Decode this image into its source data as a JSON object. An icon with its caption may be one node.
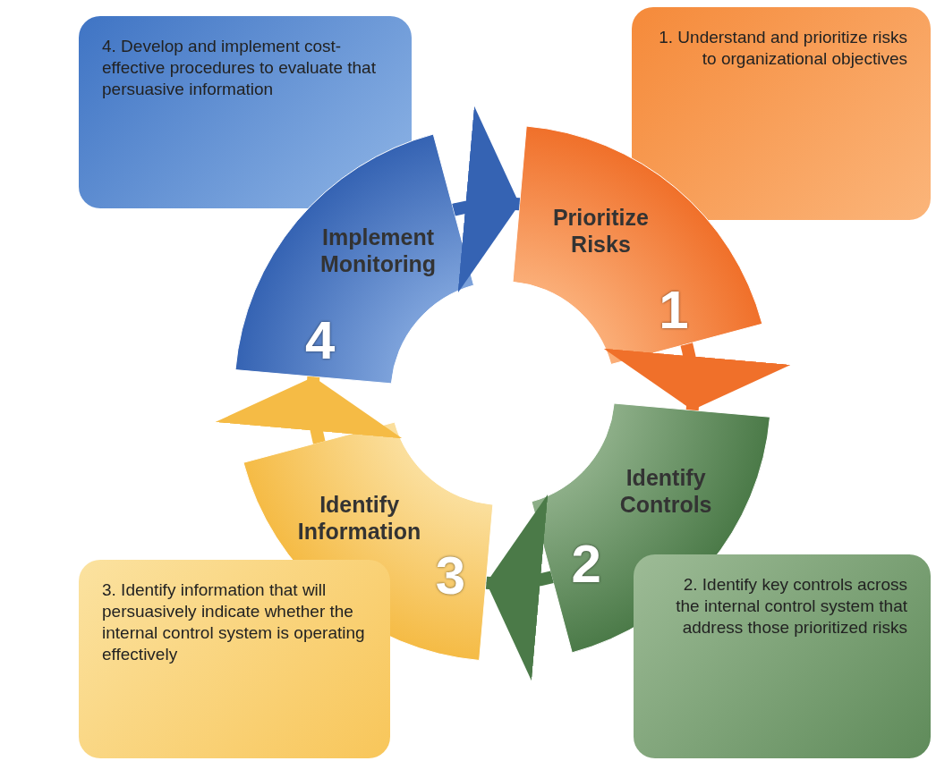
{
  "diagram": {
    "nodes": [
      {
        "text": [
          "4. Develop and implement cost-effective procedures to evaluate that persuasive information"
        ]
      },
      {
        "text": [
          "1. Understand and prioritize risks to organizational objectives"
        ]
      },
      {
        "text": [
          "Implement Monitoring",
          "4"
        ]
      },
      {
        "text": [
          "Prioritize Risks",
          "1"
        ]
      },
      {
        "text": [
          "Identify Information",
          "3"
        ]
      },
      {
        "text": [
          "Identify Controls",
          "2"
        ]
      },
      {
        "text": [
          "3. Identify information that will persuasively indicate whether the internal control system is operating effectively"
        ]
      },
      {
        "text": [
          "2. Identify key controls across the internal control system that address those prioritized risks"
        ]
      }
    ],
    "edges": [
      {
        "from": 2,
        "to": 3,
        "arrow": "to",
        "color": "#3563b3"
      },
      {
        "from": 3,
        "to": 5,
        "arrow": "to",
        "color": "#f0702a"
      },
      {
        "from": 5,
        "to": 4,
        "arrow": "to",
        "color": "#4b7a48"
      },
      {
        "from": 4,
        "to": 2,
        "arrow": "to",
        "color": "#f5bb45"
      }
    ]
  }
}
